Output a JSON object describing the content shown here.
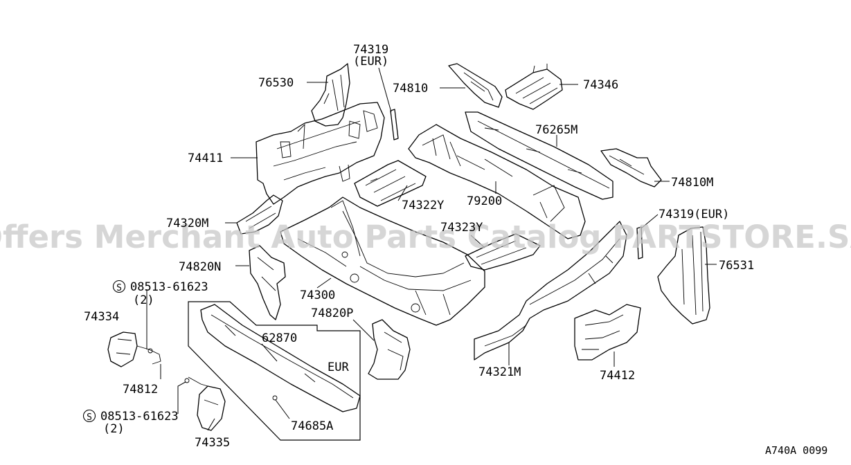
{
  "watermark": "Offers Merchant Auto Parts Catalog PARTSTORE.SA",
  "diagram_code": "A740A 0099",
  "labels": {
    "p74319_eur_top": "74319",
    "p74319_eur_top_note": "(EUR)",
    "p76530": "76530",
    "p74810": "74810",
    "p74346": "74346",
    "p76265m": "76265M",
    "p74411": "74411",
    "p74810m": "74810M",
    "p74322y": "74322Y",
    "p79200": "79200",
    "p74319_eur_right": "74319(EUR)",
    "p74320m": "74320M",
    "p74323y": "74323Y",
    "p76531": "76531",
    "p74820n": "74820N",
    "bolt1_symbol": "S",
    "bolt1": "08513-61623",
    "bolt1_qty": "(2)",
    "p74300": "74300",
    "p74334": "74334",
    "p74820p": "74820P",
    "p62870": "62870",
    "eur_box": "EUR",
    "p74812": "74812",
    "p74321m": "74321M",
    "p74412": "74412",
    "bolt2_symbol": "S",
    "bolt2": "08513-61623",
    "bolt2_qty": "(2)",
    "p74685a": "74685A",
    "p74335": "74335"
  }
}
